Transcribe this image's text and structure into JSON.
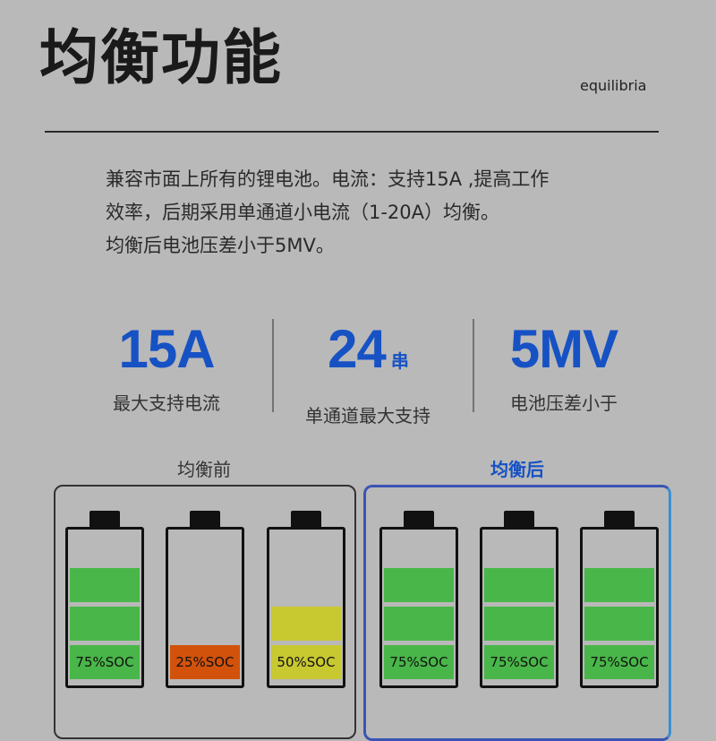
{
  "header": {
    "title": "均衡功能",
    "subtitle": "equilibria"
  },
  "description": {
    "line1": "兼容市面上所有的锂电池。电流：支持15A ,提高工作",
    "line2": "效率，后期采用单通道小电流（1-20A）均衡。",
    "line3": "均衡后电池压差小于5MV。"
  },
  "stats": [
    {
      "value": "15A",
      "unit": "",
      "caption": "最大支持电流"
    },
    {
      "value": "24",
      "unit": "串",
      "caption": "单通道最大支持"
    },
    {
      "value": "5MV",
      "unit": "",
      "caption": "电池压差小于"
    }
  ],
  "comparison": {
    "before_label": "均衡前",
    "after_label": "均衡后",
    "before_batteries": [
      {
        "soc": "75%SOC",
        "fill_color": "#49b649",
        "segments": 3
      },
      {
        "soc": "25%SOC",
        "fill_color": "#d2520c",
        "segments": 1
      },
      {
        "soc": "50%SOC",
        "fill_color": "#c8c831",
        "segments": 2
      }
    ],
    "after_batteries": [
      {
        "soc": "75%SOC",
        "fill_color": "#49b649",
        "segments": 3
      },
      {
        "soc": "75%SOC",
        "fill_color": "#49b649",
        "segments": 3
      },
      {
        "soc": "75%SOC",
        "fill_color": "#49b649",
        "segments": 3
      }
    ]
  },
  "colors": {
    "accent": "#1652c4",
    "background": "#b9b9b9"
  }
}
